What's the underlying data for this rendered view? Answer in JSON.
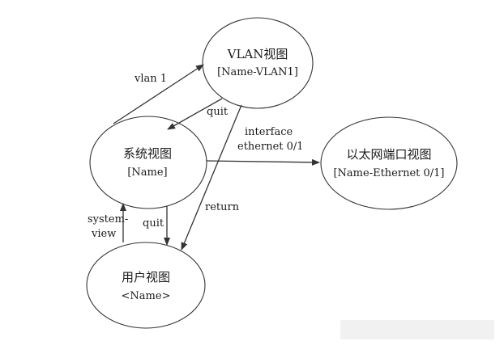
{
  "nodes": {
    "vlan": {
      "title": "VLAN视图",
      "sub": "[Name-VLAN1]"
    },
    "system": {
      "title": "系统视图",
      "sub": "[Name]"
    },
    "ethernet": {
      "title": "以太网端口视图",
      "sub": "[Name-Ethernet 0/1]"
    },
    "user": {
      "title": "用户视图",
      "sub": "<Name>"
    }
  },
  "edges": {
    "vlan1": {
      "label": "vlan 1"
    },
    "quit_vlan": {
      "label": "quit"
    },
    "interface": {
      "line1": "interface",
      "line2": "ethernet 0/1"
    },
    "return": {
      "label": "return"
    },
    "system_view": {
      "line1": "system-",
      "line2": "view"
    },
    "quit_user": {
      "label": "quit"
    }
  },
  "colors": {
    "stroke": "#333333",
    "text": "#1a1a1a",
    "background": "#ffffff"
  }
}
